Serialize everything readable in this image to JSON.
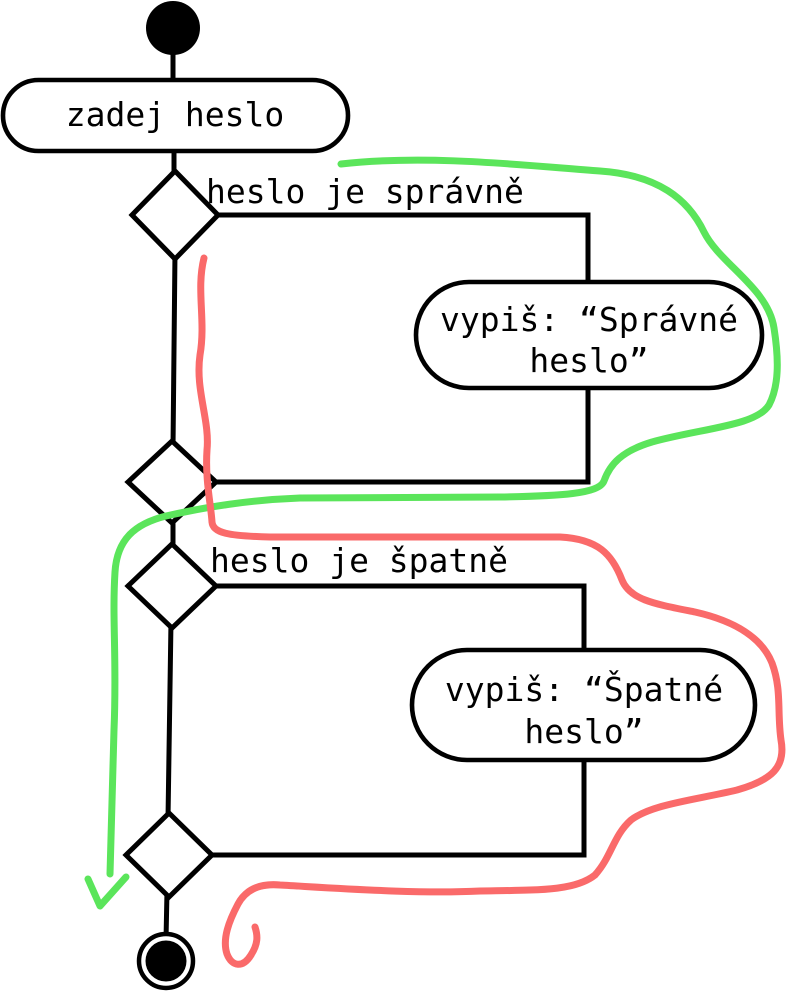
{
  "diagram": {
    "nodes": {
      "input_action": {
        "label": "zadej heslo"
      },
      "decision_correct": {
        "guard": "heslo je správně"
      },
      "print_correct": {
        "label": "vypiš: “Správné heslo”",
        "lines": [
          "vypiš: “Správné",
          "heslo”"
        ]
      },
      "decision_wrong": {
        "guard": "heslo je špatně"
      },
      "print_wrong": {
        "label": "vypiš: “Špatné heslo”",
        "lines": [
          "vypiš: “Špatné",
          "heslo”"
        ]
      }
    },
    "annotations": {
      "correct_path": {
        "color": "#5be55b"
      },
      "wrong_path": {
        "color": "#fa6a6a"
      }
    },
    "colors": {
      "ink": "#000000",
      "background": "#ffffff"
    }
  }
}
